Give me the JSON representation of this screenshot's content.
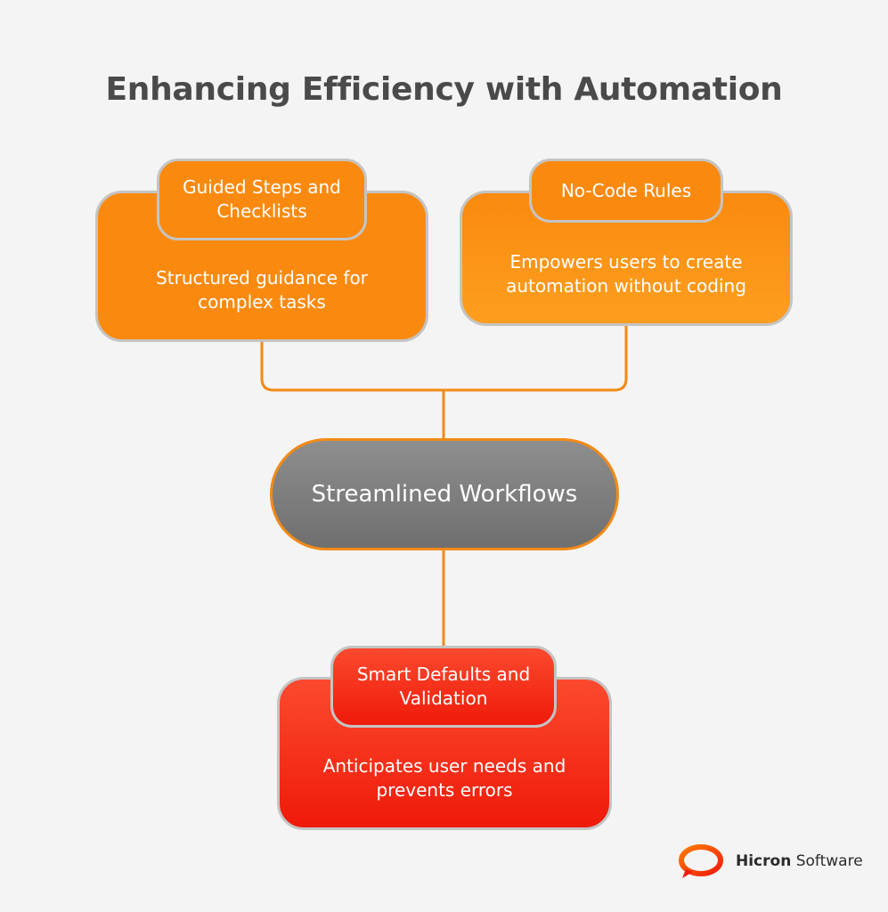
{
  "title": "Enhancing Efficiency with Automation",
  "nodes": {
    "guided": {
      "heading_line1": "Guided Steps and",
      "heading_line2": "Checklists",
      "body_line1": "Structured guidance for",
      "body_line2": "complex tasks"
    },
    "nocode": {
      "heading": "No-Code Rules",
      "body_line1": "Empowers users to create",
      "body_line2": "automation without coding"
    },
    "center": {
      "label": "Streamlined Workflows"
    },
    "smart": {
      "heading_line1": "Smart Defaults and",
      "heading_line2": "Validation",
      "body_line1": "Anticipates user needs and",
      "body_line2": "prevents errors"
    }
  },
  "logo": {
    "name_bold": "Hicron",
    "name_regular": "Software",
    "icon": "speech-bubble-ring-icon"
  },
  "colors": {
    "orange": "#fa8a0f",
    "red": "#f0200c",
    "gray": "#7f7f7f",
    "connector": "#f28a16",
    "title": "#4a4a4a"
  }
}
